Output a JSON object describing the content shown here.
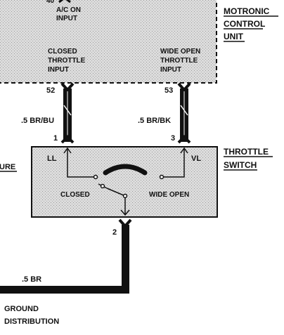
{
  "ecu": {
    "title_lines": [
      "MOTRONIC",
      "CONTROL",
      "UNIT"
    ],
    "pin_top": "40",
    "ac_lines": [
      "A/C ON",
      "INPUT"
    ],
    "closed_lines": [
      "CLOSED",
      "THROTTLE",
      "INPUT"
    ],
    "wide_lines": [
      "WIDE OPEN",
      "THROTTLE",
      "INPUT"
    ]
  },
  "left_wire": {
    "pin_ecu": "52",
    "color": ".5 BR/BU",
    "pin_switch": "1"
  },
  "right_wire": {
    "pin_ecu": "53",
    "color": ".5 BR/BK",
    "pin_switch": "3"
  },
  "edge_label": "URE",
  "switch": {
    "title_lines": [
      "THROTTLE",
      "SWITCH"
    ],
    "ll": "LL",
    "vl": "VL",
    "closed": "CLOSED",
    "wide_open": "WIDE OPEN",
    "pin_bottom": "2"
  },
  "ground_wire": {
    "color": ".5 BR"
  },
  "ground_lines": [
    "GROUND",
    "DISTRIBUTION"
  ]
}
